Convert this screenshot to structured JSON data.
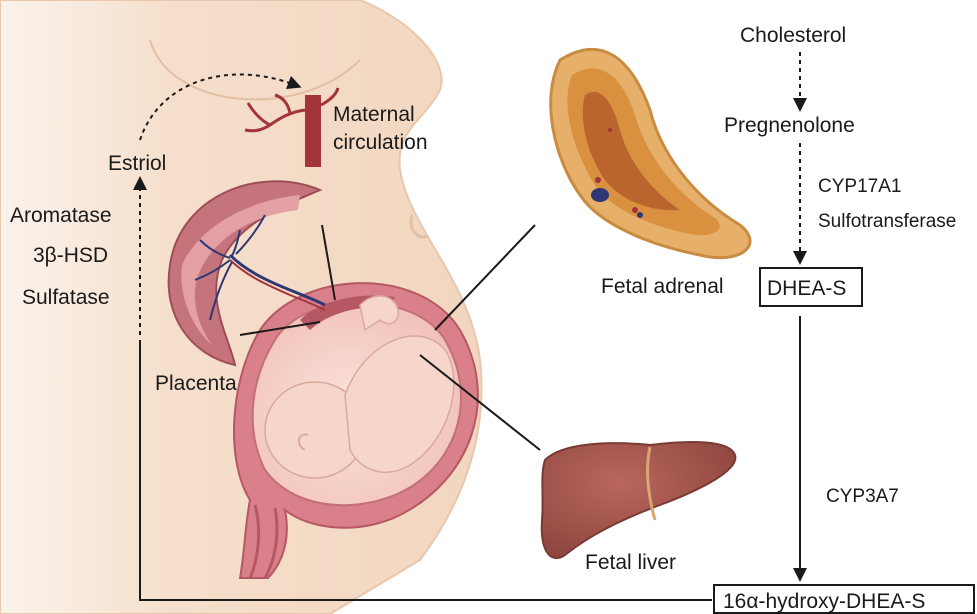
{
  "labels": {
    "estriol": "Estriol",
    "enzymes_left": [
      "Aromatase",
      "3β-HSD",
      "Sulfatase"
    ],
    "maternal_circulation": [
      "Maternal",
      "circulation"
    ],
    "placenta": "Placenta",
    "fetal_adrenal": "Fetal adrenal",
    "fetal_liver": "Fetal liver"
  },
  "pathway": {
    "cholesterol": "Cholesterol",
    "pregnenolone": "Pregnenolone",
    "cyp17a1": "CYP17A1",
    "sulfotransferase": "Sulfotransferase",
    "dhea_s": "DHEA-S",
    "cyp3a7": "CYP3A7",
    "hydroxy_dhea_s": "16α-hydroxy-DHEA-S"
  },
  "colors": {
    "skin": "#f4dcc8",
    "uterus": "#d9808a",
    "uterus_dark": "#b65864",
    "placenta": "#c6747c",
    "vessel_red": "#a3343b",
    "vessel_blue": "#2f3775",
    "adrenal_outer": "#e7b06a",
    "adrenal_inner": "#b9652d",
    "liver": "#a9584f",
    "arrow": "#1a1a1a"
  }
}
